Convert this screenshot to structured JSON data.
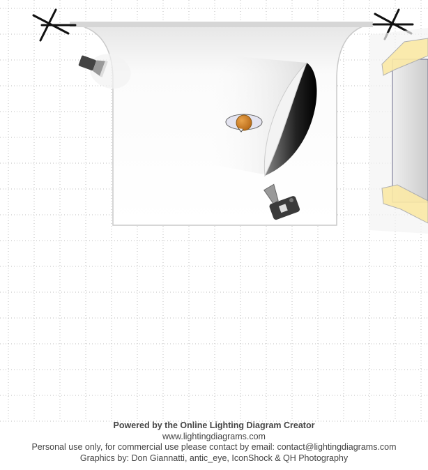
{
  "footer": {
    "powered_by": "Powered by the Online Lighting Diagram Creator",
    "website": "www.lightingdiagrams.com",
    "license": "Personal use only, for commercial use please contact by email: contact@lightingdiagrams.com",
    "credits": "Graphics by: Don Giannatti, antic_eye, IconShock & QH Photography"
  },
  "colors": {
    "grid": "#bdbdbd",
    "subject_head": "#d98a2b",
    "window_light": "#fbe9a6"
  }
}
